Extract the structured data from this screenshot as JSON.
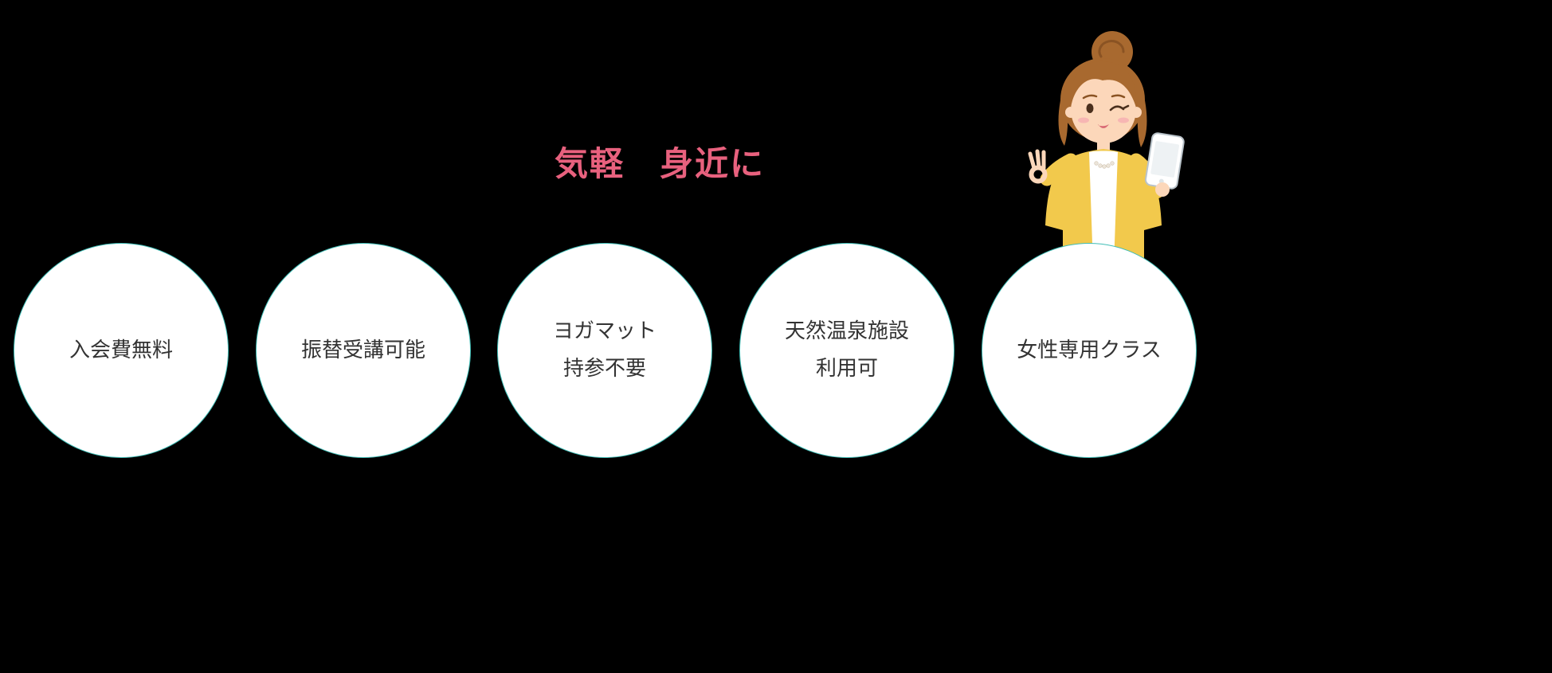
{
  "headline": {
    "text": "気軽　身近に"
  },
  "features": {
    "items": [
      "入会費無料",
      "振替受講可能",
      "ヨガマット\n持参不要",
      "天然温泉施設\n利用可",
      "女性専用クラス"
    ]
  },
  "illustration": {
    "alt": "winking woman making OK sign and holding a smartphone"
  },
  "colors": {
    "bg": "#000000",
    "headline-pink": "#e8617e",
    "circle-border": "#3fbdb6",
    "circle-fill": "#ffffff",
    "circle-text": "#333333",
    "hair": "#a8692f",
    "hair-dark": "#8a5323",
    "skin": "#fcd7ba",
    "blush": "#f5a8b0",
    "cardigan": "#f2c94c",
    "phone-border": "#b9c3ca",
    "eye": "#4a2f1d"
  }
}
